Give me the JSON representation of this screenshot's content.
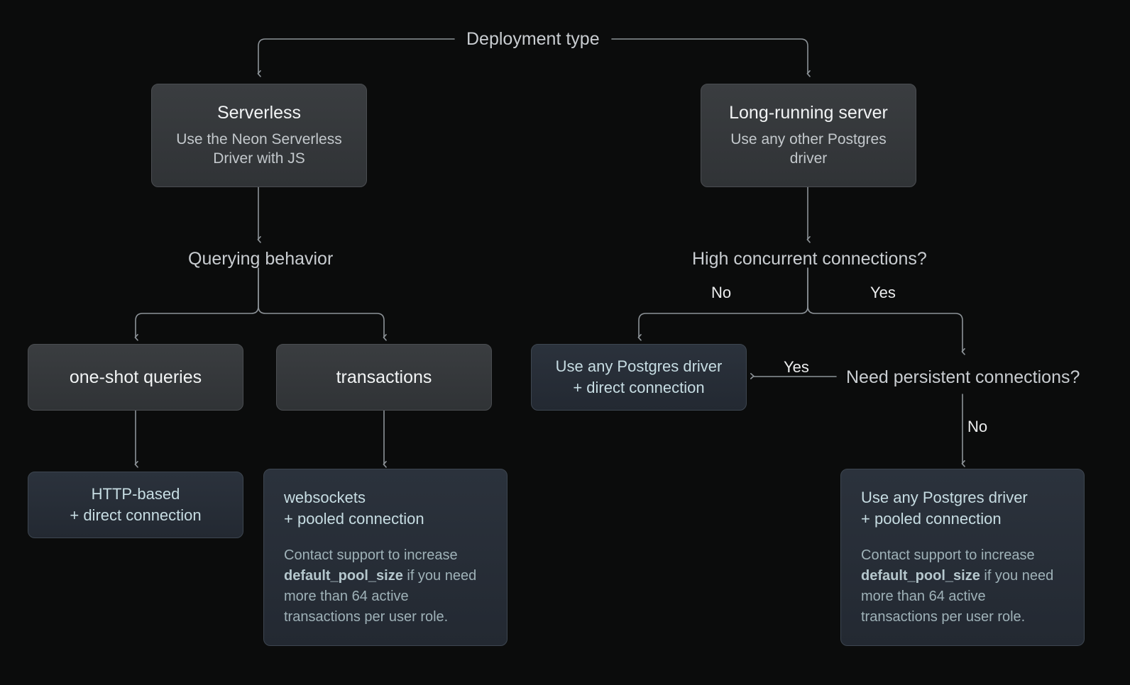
{
  "diagram": {
    "root_label": "Deployment type",
    "background": "#0b0c0c",
    "accent_blue_text": "#c7dde3",
    "wire_color": "#8d9398"
  },
  "nodes": {
    "serverless": {
      "title": "Serverless",
      "subtitle": "Use the Neon Serverless Driver with JS"
    },
    "long_running": {
      "title": "Long-running server",
      "subtitle": "Use any other Postgres driver"
    },
    "querying_behavior": {
      "label": "Querying behavior"
    },
    "high_concurrent": {
      "label": "High concurrent connections?"
    },
    "need_persistent": {
      "label": "Need persistent connections?"
    },
    "one_shot": {
      "title": "one-shot queries"
    },
    "transactions": {
      "title": "transactions"
    },
    "http_based": {
      "heading": "HTTP-based\n+ direct connection"
    },
    "websockets": {
      "heading": "websockets\n+ pooled connection",
      "note_before": "Contact support to increase ",
      "note_code": "default_pool_size",
      "note_after": " if you need more than 64 active transactions per user role."
    },
    "direct_driver": {
      "heading": "Use any Postgres driver\n+ direct connection"
    },
    "pooled_driver": {
      "heading": "Use any Postgres driver\n+ pooled connection",
      "note_before": "Contact support to increase ",
      "note_code": "default_pool_size",
      "note_after": " if you need more than 64 active transactions per user role."
    }
  },
  "edge_labels": {
    "concurrent_no": "No",
    "concurrent_yes": "Yes",
    "persistent_yes": "Yes",
    "persistent_no": "No"
  }
}
